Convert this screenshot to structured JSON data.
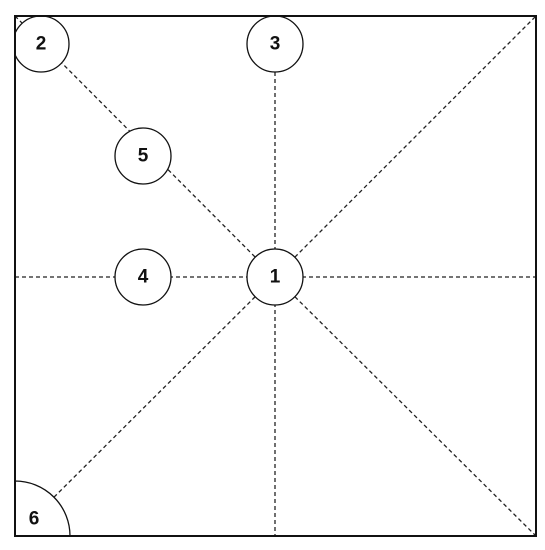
{
  "diagram": {
    "nodes": [
      {
        "id": "1",
        "label": "1"
      },
      {
        "id": "2",
        "label": "2"
      },
      {
        "id": "3",
        "label": "3"
      },
      {
        "id": "4",
        "label": "4"
      },
      {
        "id": "5",
        "label": "5"
      },
      {
        "id": "6",
        "label": "6"
      }
    ],
    "colors": {
      "line": "#222222",
      "frame": "#111111",
      "fill": "#ffffff"
    }
  }
}
